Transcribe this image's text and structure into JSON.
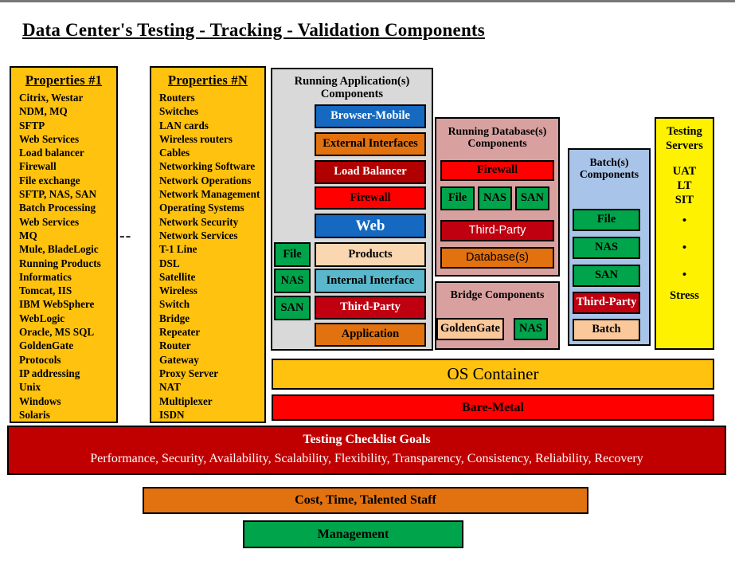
{
  "title": "Data Center's Testing - Tracking - Validation Components",
  "separator": "--",
  "properties_1": {
    "header": "Properties #1",
    "items": [
      "Citrix, Westar",
      "NDM, MQ",
      "SFTP",
      "Web Services",
      "Load balancer",
      "Firewall",
      "File exchange",
      "SFTP, NAS,  SAN",
      "Batch Processing",
      "Web Services",
      "MQ",
      "Mule, BladeLogic",
      "Running Products",
      "Informatics",
      "Tomcat, IIS",
      "IBM WebSphere",
      "WebLogic",
      "Oracle, MS SQL",
      "GoldenGate",
      "Protocols",
      "IP addressing",
      "Unix",
      "Windows",
      "Solaris"
    ]
  },
  "properties_n": {
    "header": "Properties #N",
    "items": [
      "Routers",
      "Switches",
      "LAN cards",
      "Wireless routers",
      "Cables",
      "Networking Software",
      "Network Operations",
      "Network Management",
      "Operating Systems",
      "Network Security",
      "Network Services",
      "T-1 Line",
      "DSL",
      "Satellite",
      "Wireless",
      "Switch",
      "Bridge",
      "Repeater",
      "Router",
      "Gateway",
      "Proxy Server",
      "NAT",
      "Multiplexer",
      "ISDN"
    ]
  },
  "app_panel": {
    "title_line1": "Running Application(s)",
    "title_line2": "Components",
    "stack": [
      {
        "label": "Browser-Mobile",
        "bg": "#1569C0",
        "fg": "#FFFFFF"
      },
      {
        "label": "External Interfaces",
        "bg": "#E2710F",
        "fg": "#000000"
      },
      {
        "label": "Load Balancer",
        "bg": "#B00000",
        "fg": "#FFFFFF"
      },
      {
        "label": "Firewall",
        "bg": "#FF0000",
        "fg": "#000000"
      },
      {
        "label": "Web",
        "bg": "#1569C0",
        "fg": "#FFFFFF"
      },
      {
        "label": "Products",
        "bg": "#FAD7B0",
        "fg": "#000000"
      },
      {
        "label": "Internal Interface",
        "bg": "#5BB8CC",
        "fg": "#000000"
      },
      {
        "label": "Third-Party",
        "bg": "#C00010",
        "fg": "#FFFFFF"
      },
      {
        "label": "Application",
        "bg": "#E2710F",
        "fg": "#000000"
      }
    ],
    "storage": [
      {
        "label": "File",
        "bg": "#00A44B",
        "fg": "#000000"
      },
      {
        "label": "NAS",
        "bg": "#00A44B",
        "fg": "#000000"
      },
      {
        "label": "SAN",
        "bg": "#00A44B",
        "fg": "#000000"
      }
    ]
  },
  "db_panel": {
    "title_line1": "Running Database(s)",
    "title_line2": "Components",
    "firewall": {
      "label": "Firewall",
      "bg": "#FF0000",
      "fg": "#000000"
    },
    "storage": [
      {
        "label": "File",
        "bg": "#00A44B",
        "fg": "#000000"
      },
      {
        "label": "NAS",
        "bg": "#00A44B",
        "fg": "#000000"
      },
      {
        "label": "SAN",
        "bg": "#00A44B",
        "fg": "#000000"
      }
    ],
    "third_party": {
      "label": "Third-Party",
      "bg": "#C00010",
      "fg": "#FFFFFF"
    },
    "database": {
      "label": "Database(s)",
      "bg": "#E2710F",
      "fg": "#000000"
    }
  },
  "bridge_panel": {
    "title": "Bridge Components",
    "items": [
      {
        "label": "GoldenGate",
        "bg": "#FAC89A",
        "fg": "#000000"
      },
      {
        "label": "NAS",
        "bg": "#00A44B",
        "fg": "#000000"
      }
    ]
  },
  "batch_panel": {
    "title_line1": "Batch(s)",
    "title_line2": "Components",
    "items": [
      {
        "label": "File",
        "bg": "#00A44B",
        "fg": "#000000"
      },
      {
        "label": "NAS",
        "bg": "#00A44B",
        "fg": "#000000"
      },
      {
        "label": "SAN",
        "bg": "#00A44B",
        "fg": "#000000"
      },
      {
        "label": "Third-Party",
        "bg": "#C00010",
        "fg": "#FFFFFF"
      },
      {
        "label": "Batch",
        "bg": "#FAC89A",
        "fg": "#000000"
      }
    ]
  },
  "testing_panel": {
    "title_line1": "Testing",
    "title_line2": "Servers",
    "lines": [
      "UAT",
      "LT",
      "SIT"
    ],
    "dots": [
      "•",
      "•",
      "•"
    ],
    "last": "Stress"
  },
  "os_container": {
    "label": "OS Container",
    "bg": "#FFC20E"
  },
  "bare_metal": {
    "label": "Bare-Metal",
    "bg": "#FF0000"
  },
  "goals": {
    "heading": "Testing Checklist Goals",
    "detail": "Performance, Security, Availability, Scalability, Flexibility, Transparency, Consistency, Reliability, Recovery",
    "bg": "#C00000"
  },
  "cost_bar": {
    "label": "Cost, Time, Talented Staff",
    "bg": "#E2710F"
  },
  "mgmt_bar": {
    "label": "Management",
    "bg": "#00A44B"
  }
}
